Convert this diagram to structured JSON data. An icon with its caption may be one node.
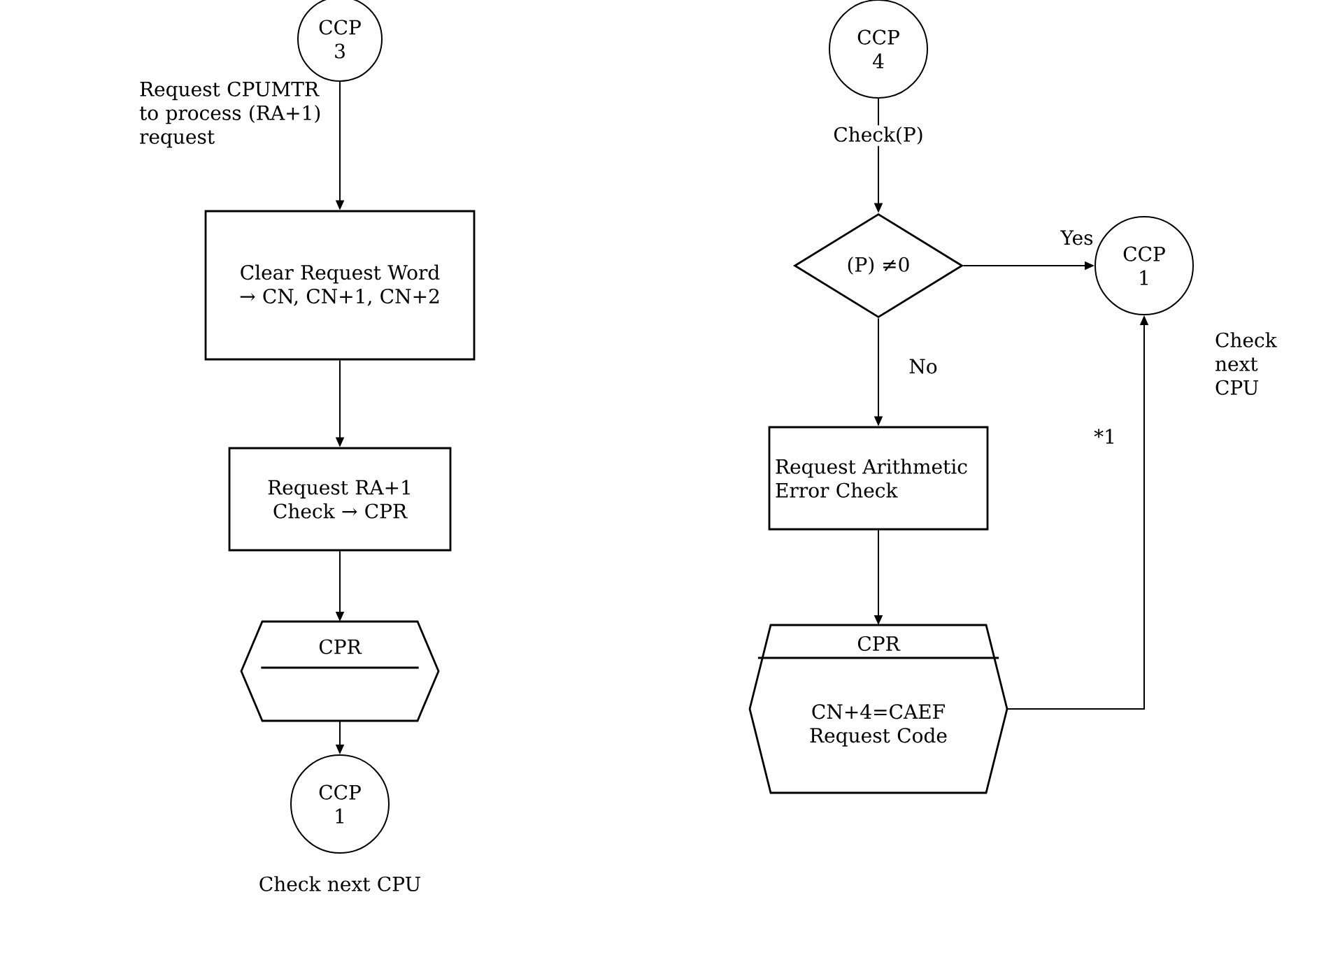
{
  "diagram": {
    "nodes": [
      {
        "text": [
          "CCP 3"
        ]
      },
      {
        "text": [
          "Clear Request Word → CN, CN+1, CN+2"
        ]
      },
      {
        "text": [
          "Request RA+1 Check → CPR"
        ]
      },
      {
        "text": [
          "CPR"
        ]
      },
      {
        "text": [
          "CCP 1"
        ],
        "beside": [
          "Check next CPU"
        ]
      },
      {
        "text": [
          "CCP 4"
        ]
      },
      {
        "text": [
          "(P) ≠0"
        ]
      },
      {
        "text": [
          "CCP 1"
        ],
        "beside": [
          "Check next CPU"
        ]
      },
      {
        "text": [
          "Request Arithmetic Error Check"
        ]
      },
      {
        "text": [
          "CPR",
          "CN+4=CAEF Request Code"
        ]
      }
    ],
    "edges": [
      {
        "from": 0,
        "to": 1,
        "arrow": "to",
        "label": "Request CPUMTR to process (RA+1) request"
      },
      {
        "from": 1,
        "to": 2,
        "arrow": "to"
      },
      {
        "from": 2,
        "to": 3,
        "arrow": "to"
      },
      {
        "from": 3,
        "to": 4,
        "arrow": "to"
      },
      {
        "from": 5,
        "to": 6,
        "arrow": "to",
        "label": "Check(P)"
      },
      {
        "from": 6,
        "to": 7,
        "arrow": "to",
        "label": "Yes"
      },
      {
        "from": 6,
        "to": 8,
        "arrow": "to",
        "label": "No"
      },
      {
        "from": 8,
        "to": 9,
        "arrow": "to"
      },
      {
        "from": 9,
        "to": 7,
        "arrow": "to",
        "label": "*1"
      }
    ]
  }
}
